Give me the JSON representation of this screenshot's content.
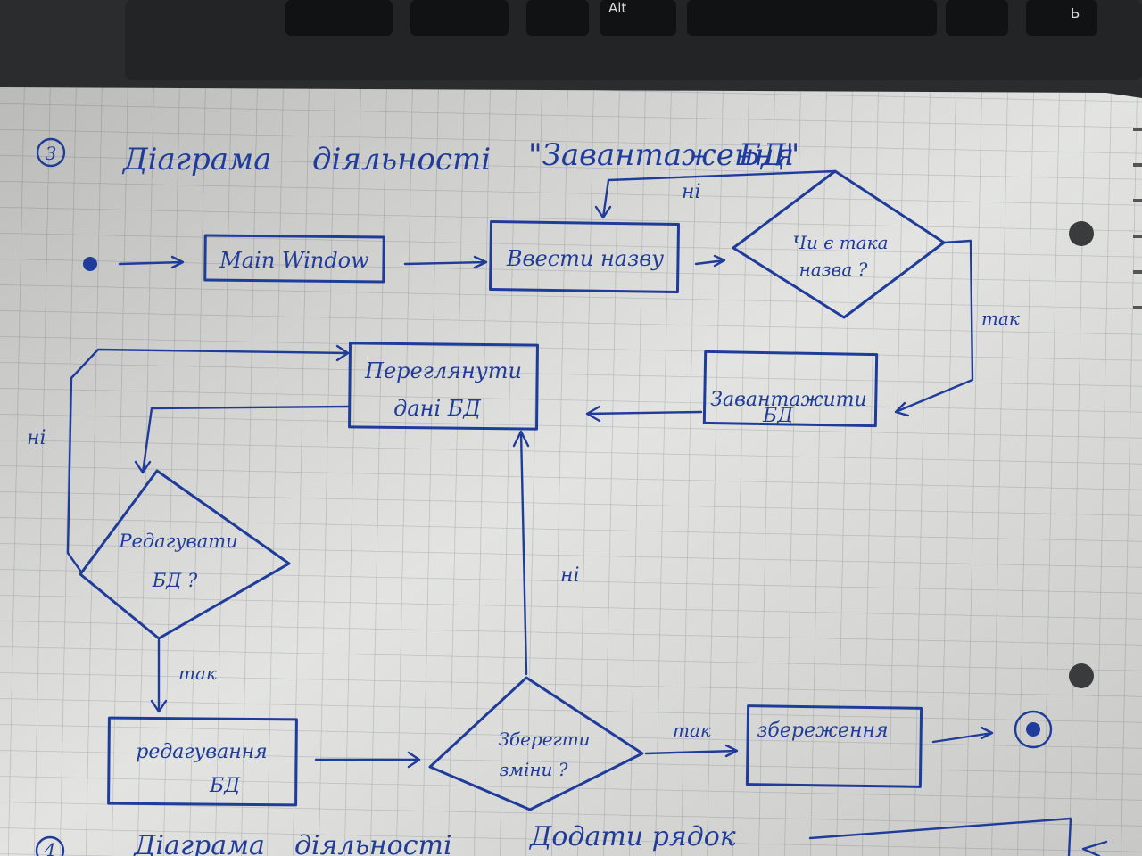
{
  "keyboard": {
    "alt_label": "Alt",
    "cyr_label": "Ь"
  },
  "heading": {
    "number": "3",
    "title_1": "Діаграма",
    "title_2": "діяльності",
    "title_3": "\"Завантаження",
    "title_4": "БД\""
  },
  "nodes": {
    "main_window": "Main Window",
    "enter_name": "Ввести назву",
    "name_exists_l1": "Чи є така",
    "name_exists_l2": "назва ?",
    "load_db_l1": "Завантажити",
    "load_db_l2": "БД",
    "view_data_l1": "Переглянути",
    "view_data_l2": "дані БД",
    "edit_q_l1": "Редагувати",
    "edit_q_l2": "БД ?",
    "editing_l1": "редагування",
    "editing_l2": "БД",
    "save_q_l1": "Зберегти",
    "save_q_l2": "зміни ?",
    "saving": "збереження"
  },
  "edge_labels": {
    "no_top": "ні",
    "yes_right": "так",
    "no_left": "ні",
    "yes_bottom": "так",
    "no_middle": "ні",
    "yes_save": "так"
  },
  "footer": {
    "number": "4",
    "title_1": "Діаграма",
    "title_2": "діяльності",
    "title_3": "Додати рядок"
  },
  "colors": {
    "ink": "#1f3c9a",
    "paper": "#e3e4e1",
    "grid": "#b9bcc3",
    "keyboard": "#2a2b2d"
  }
}
